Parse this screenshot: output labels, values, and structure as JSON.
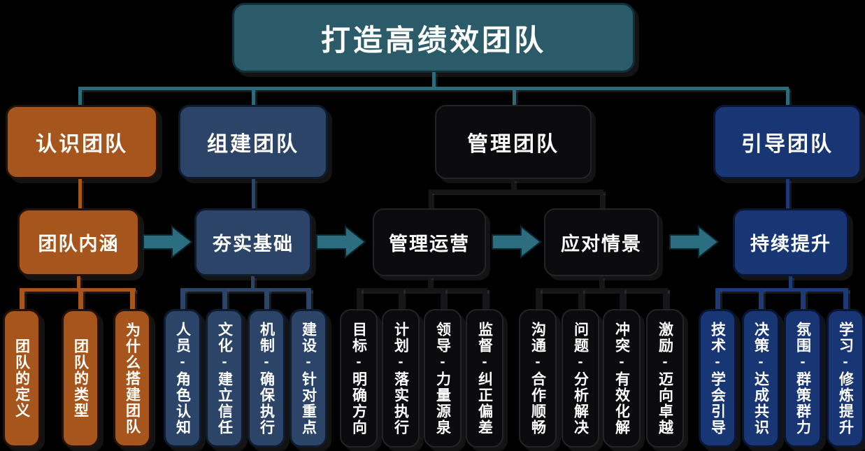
{
  "title": {
    "label": "打造高绩效团队"
  },
  "level2": [
    {
      "label": "认识团队",
      "theme": "orange"
    },
    {
      "label": "组建团队",
      "theme": "dark_blue"
    },
    {
      "label": "管理团队",
      "theme": "black"
    },
    {
      "label": "引导团队",
      "theme": "bright_blue"
    }
  ],
  "stages": [
    {
      "label": "团队内涵",
      "theme": "orange",
      "parent": "认识团队",
      "leaves": [
        "团队的定义",
        "团队的类型",
        "为什么搭建团队"
      ]
    },
    {
      "label": "夯实基础",
      "theme": "dark_blue",
      "parent": "组建团队",
      "leaves": [
        "人员-角色认知",
        "文化-建立信任",
        "机制-确保执行",
        "建设-针对重点"
      ]
    },
    {
      "label": "管理运营",
      "theme": "black",
      "parent": "管理团队",
      "leaves": [
        "目标-明确方向",
        "计划-落实执行",
        "领导-力量源泉",
        "监督-纠正偏差"
      ]
    },
    {
      "label": "应对情景",
      "theme": "black",
      "parent": "管理团队",
      "leaves": [
        "沟通-合作顺畅",
        "问题-分析解决",
        "冲突-有效化解",
        "激励-迈向卓越"
      ]
    },
    {
      "label": "持续提升",
      "theme": "bright_blue",
      "parent": "引导团队",
      "leaves": [
        "技术-学会引导",
        "决策-达成共识",
        "氛围-群策群力",
        "学习-修炼提升"
      ]
    }
  ],
  "flow": {
    "arrow_direction": "right",
    "arrow_count": 4
  },
  "colors": {
    "background": "#000000",
    "text": "#ffffff",
    "teal": "#2b5a68",
    "orange": "#a6561d",
    "dark_blue": "#2c4468",
    "black": "#0b0b0d",
    "bright_blue": "#193674",
    "arrow_teal": "#2c6d80",
    "connector_teal": "#2d6b7a"
  }
}
